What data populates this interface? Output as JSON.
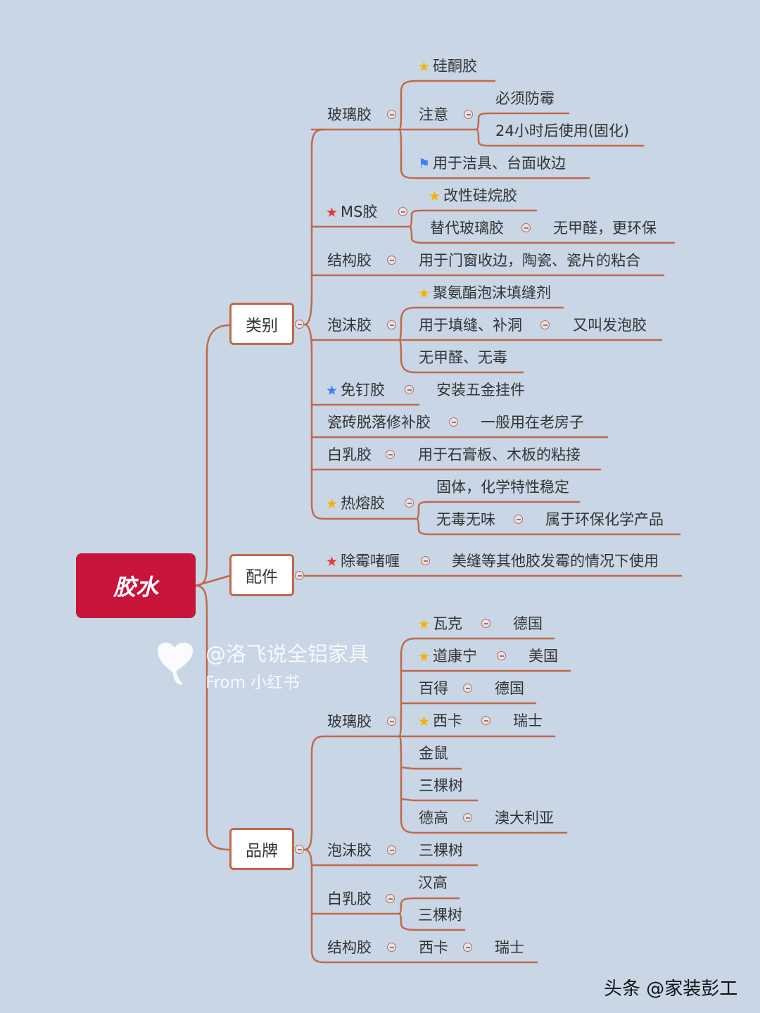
{
  "colors": {
    "background": "#c8d6e6",
    "root": "#c8133a",
    "line": "#c1694a",
    "star_yellow": "#f5b301",
    "star_red": "#e53935",
    "star_blue": "#3d82f0",
    "flag_blue": "#3d82f0"
  },
  "root": "胶水",
  "categories": {
    "leibie": "类别",
    "peijian": "配件",
    "pinpai": "品牌"
  },
  "leibie": {
    "bolijiao": "玻璃胶",
    "guitongjiao": "硅酮胶",
    "zhuyi": "注意",
    "bixufangmei": "必须防霉",
    "h24": "24小时后使用(固化)",
    "yongyujieju": "用于洁具、台面收边",
    "msjiao": "MS胶",
    "gaixing": "改性硅烷胶",
    "tidai": "替代玻璃胶",
    "wujiaquan": "无甲醛，更环保",
    "jiegoujiao": "结构胶",
    "menchuang": "用于门窗收边，陶瓷、瓷片的粘合",
    "paomojiao": "泡沫胶",
    "juanzhi": "聚氨酯泡沫填缝剂",
    "tianfeng": "用于填缝、补洞",
    "fapao": "又叫发泡胶",
    "wuduwujia": "无甲醛、无毒",
    "miandingjiao": "免钉胶",
    "anzhuang": "安装五金挂件",
    "cizhuan": "瓷砖脱落修补胶",
    "laofangzi": "一般用在老房子",
    "bairujiao": "白乳胶",
    "shigao": "用于石膏板、木板的粘接",
    "rerongjiao": "热熔胶",
    "guti": "固体，化学特性稳定",
    "wuduwuwei": "无毒无味",
    "huanbao": "属于环保化学产品"
  },
  "peijian": {
    "chumei": "除霉啫喱",
    "meifeng": "美缝等其他胶发霉的情况下使用"
  },
  "pinpai": {
    "bolijiao": "玻璃胶",
    "wake": "瓦克",
    "deguo1": "德国",
    "daokangning": "道康宁",
    "meiguo": "美国",
    "baide": "百得",
    "deguo2": "德国",
    "xika": "西卡",
    "ruishi1": "瑞士",
    "jinshu": "金鼠",
    "sankeshu1": "三棵树",
    "degao": "德高",
    "aodaliya": "澳大利亚",
    "paomojiao": "泡沫胶",
    "sankeshu2": "三棵树",
    "bairujiao": "白乳胶",
    "hangao": "汉高",
    "sankeshu3": "三棵树",
    "jiegoujiao": "结构胶",
    "xika2": "西卡",
    "ruishi2": "瑞士"
  },
  "watermark": {
    "line1": "@洛飞说全铝家具",
    "line2": "From 小红书"
  },
  "footer": "头条 @家装彭工",
  "icons": {
    "star": "star-icon",
    "flag": "flag-icon",
    "collapse": "collapse-icon"
  }
}
